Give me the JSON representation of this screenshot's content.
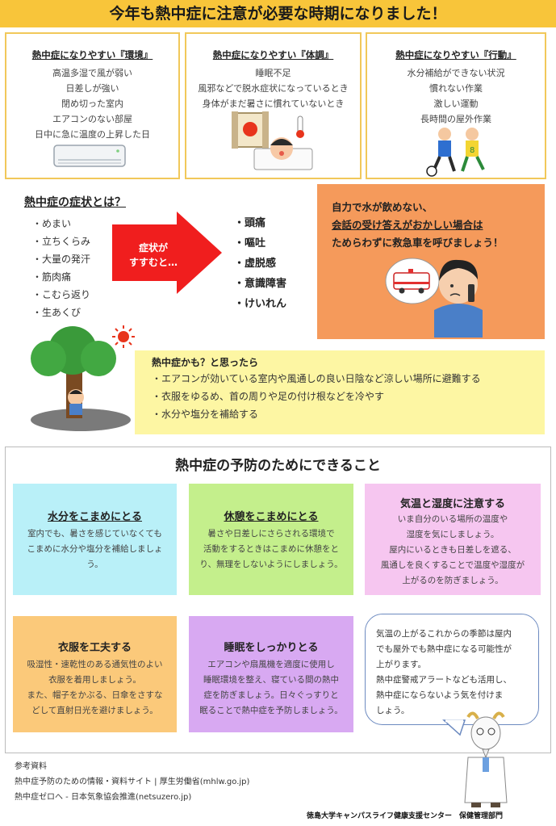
{
  "banner": {
    "title": "今年も熱中症に注意が必要な時期になりました！"
  },
  "risk_columns": [
    {
      "heading": "熱中症になりやすい『環境』",
      "items": [
        "高温多湿で風が弱い",
        "日差しが強い",
        "閉め切った室内",
        "エアコンのない部屋",
        "日中に急に温度の上昇した日"
      ]
    },
    {
      "heading": "熱中症になりやすい『体調』",
      "items": [
        "睡眠不足",
        "風邪などで脱水症状になっているとき",
        "身体がまだ暑さに慣れていないとき"
      ]
    },
    {
      "heading": "熱中症になりやすい『行動』",
      "items": [
        "水分補給ができない状況",
        "慣れない作業",
        "激しい運動",
        "長時間の屋外作業"
      ]
    }
  ],
  "symptoms": {
    "title": "熱中症の症状とは？",
    "mild": [
      "・めまい",
      "・立ちくらみ",
      "・大量の発汗",
      "・筋肉痛",
      "・こむら返り",
      "・生あくび"
    ],
    "arrow_label": [
      "症状が",
      "すすむと…"
    ],
    "severe": [
      "・頭痛",
      "・嘔吐",
      "・虚脱感",
      "・意識障害",
      "・けいれん"
    ]
  },
  "emergency": {
    "line1": "自力で水が飲めない、",
    "line2": "会話の受け答えがおかしい場合は",
    "line3": "ためらわずに救急車を呼びましょう！"
  },
  "first_aid": {
    "title": "熱中症かも？と思ったら",
    "items": [
      "・エアコンが効いている室内や風通しの良い日陰など涼しい場所に避難する",
      "・衣服をゆるめ、首の周りや足の付け根などを冷やす",
      "・水分や塩分を補給する"
    ]
  },
  "prevention": {
    "title": "熱中症の予防のためにできること",
    "cards": [
      {
        "title": "水分をこまめにとる",
        "body": [
          "室内でも、暑さを感じていなくても",
          "こまめに水分や塩分を補給しましょ",
          "う。"
        ],
        "color": "#b9f0f8"
      },
      {
        "title": "休憩をこまめにとる",
        "body": [
          "暑さや日差しにさらされる環境で",
          "活動をするときはこまめに休憩をと",
          "り、無理をしないようにしましょう。"
        ],
        "color": "#c4ef8c"
      },
      {
        "title": "気温と湿度に注意する",
        "body": [
          "いま自分のいる場所の温度や",
          "湿度を気にしましょう。",
          "屋内にいるときも日差しを遮る、",
          "風通しを良くすることで温度や湿度が",
          "上がるのを防ぎましょう。"
        ],
        "color": "#f6c6f0"
      },
      {
        "title": "衣服を工夫する",
        "body": [
          "吸湿性・速乾性のある通気性のよい",
          "衣服を着用しましょう。",
          "また、帽子をかぶる、日傘をさすな",
          "どして直射日光を避けましょう。"
        ],
        "color": "#fbc97a"
      },
      {
        "title": "睡眠をしっかりとる",
        "body": [
          "エアコンや扇風機を適度に使用し",
          "睡眠環境を整え、寝ている間の熱中",
          "症を防ぎましょう。日々ぐっすりと",
          "眠ることで熱中症を予防しましょう。"
        ],
        "color": "#d8a9f2"
      }
    ],
    "bubble": [
      "気温の上がるこれからの季節は屋内",
      "でも屋外でも熱中症になる可能性が",
      "上がります。",
      "熱中症警戒アラートなども活用し、",
      "熱中症にならないよう気を付けま",
      "しょう。"
    ]
  },
  "references": {
    "label": "参考資料",
    "items": [
      "熱中症予防のための情報・資料サイト | 厚生労働省(mhlw.go.jp)",
      "熱中症ゼロへ - 日本気象協会推進(netsuzero.jp)"
    ]
  },
  "footer": {
    "org": "徳島大学キャンパスライフ健康支援センター　保健管理部門"
  },
  "icons": [
    "air-conditioner-icon",
    "sick-in-bed-icon",
    "soccer-players-icon",
    "ambulance-icon",
    "phone-caller-icon",
    "tree-shade-icon",
    "sun-icon",
    "goat-doctor-icon"
  ]
}
